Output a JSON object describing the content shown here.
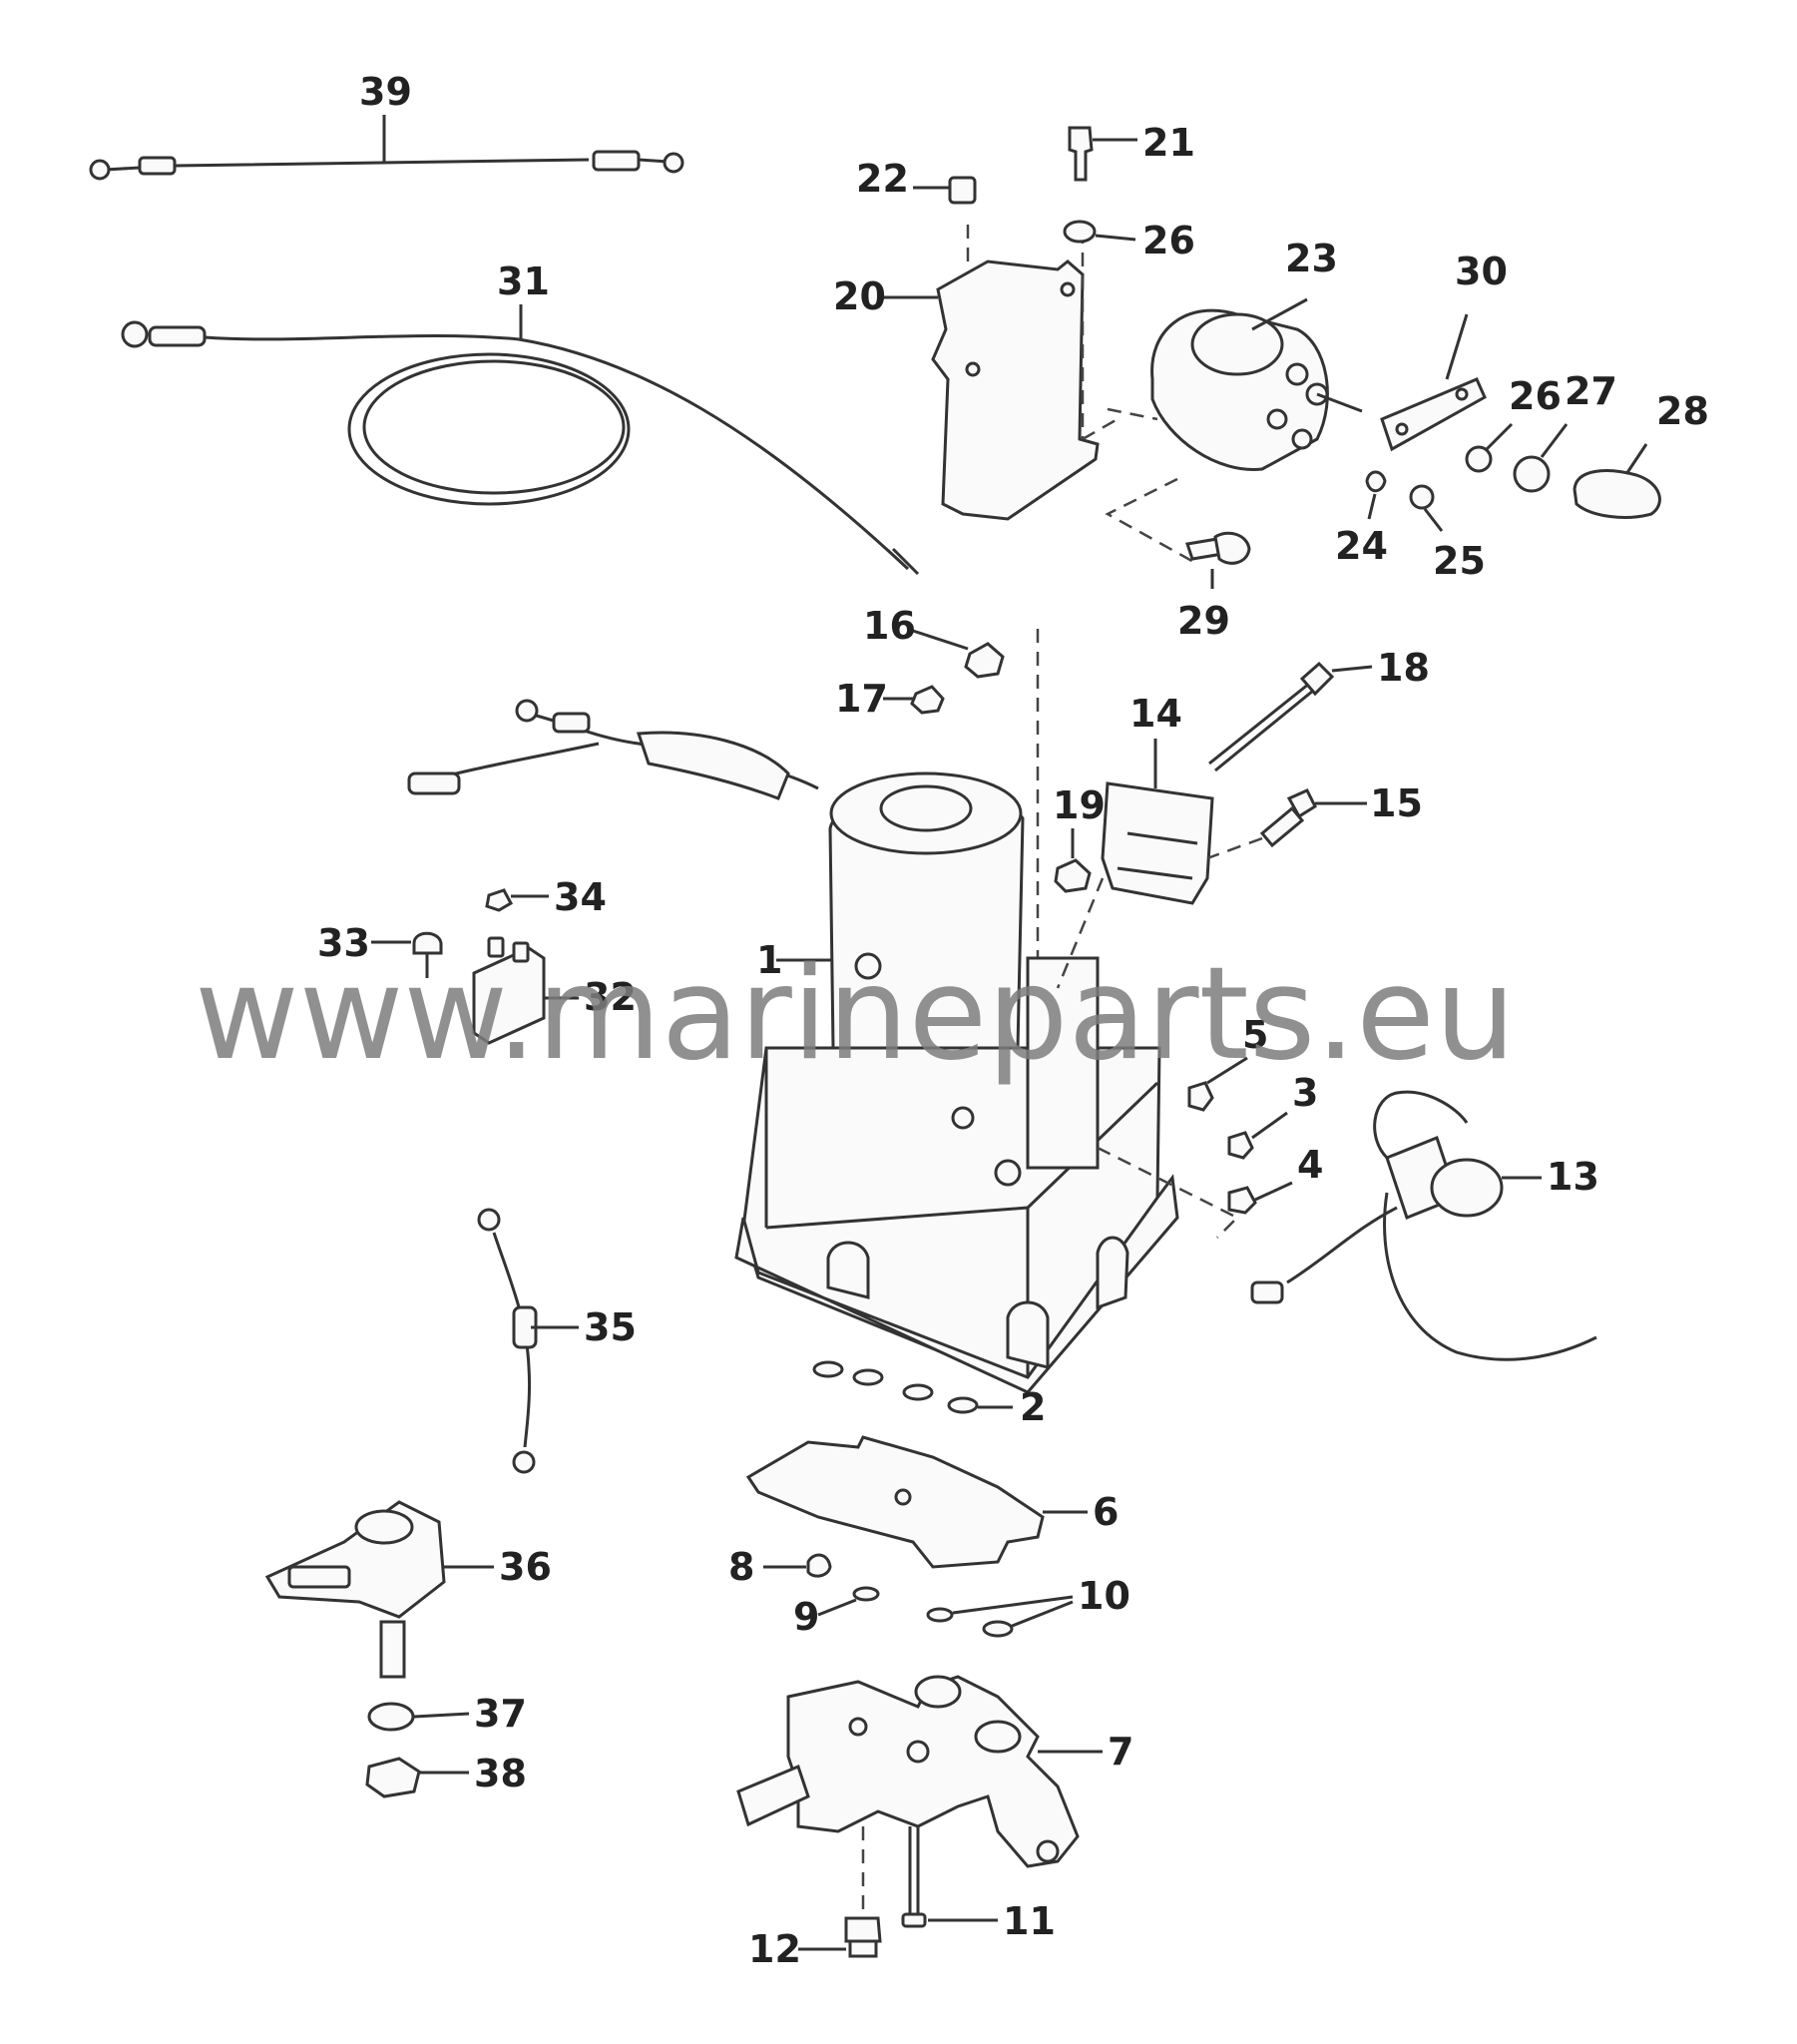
{
  "watermark": "www.marineparts.eu",
  "labels": {
    "l1": "1",
    "l2": "2",
    "l3": "3",
    "l4": "4",
    "l5": "5",
    "l6": "6",
    "l7": "7",
    "l8": "8",
    "l9": "9",
    "l10": "10",
    "l11": "11",
    "l12": "12",
    "l13": "13",
    "l14": "14",
    "l15": "15",
    "l16": "16",
    "l17": "17",
    "l18": "18",
    "l19": "19",
    "l20": "20",
    "l21": "21",
    "l22": "22",
    "l23": "23",
    "l24": "24",
    "l25": "25",
    "l26a": "26",
    "l26b": "26",
    "l27": "27",
    "l28": "28",
    "l29": "29",
    "l30": "30",
    "l31": "31",
    "l32": "32",
    "l33": "33",
    "l34": "34",
    "l35": "35",
    "l36": "36",
    "l37": "37",
    "l38": "38",
    "l39": "39"
  }
}
